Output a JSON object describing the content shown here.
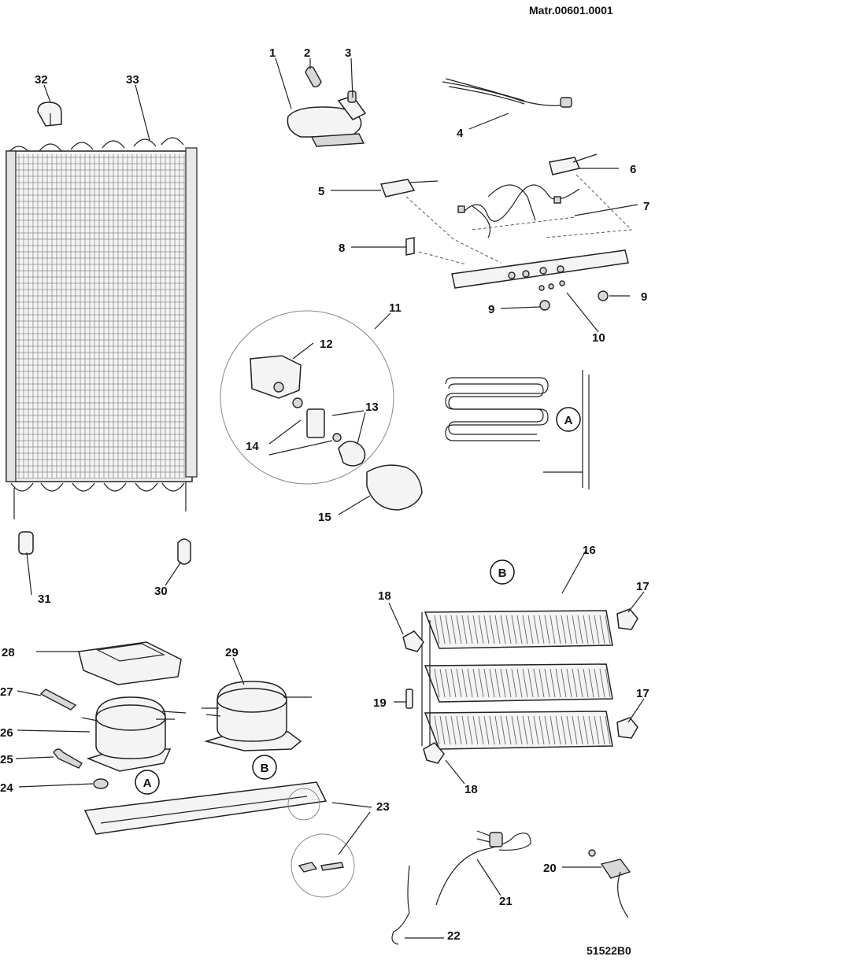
{
  "header": {
    "matr": "Matr.00601.0001"
  },
  "footer": {
    "code": "51522B0"
  },
  "variants": {
    "a": "A",
    "b": "B"
  },
  "callouts": {
    "c1": "1",
    "c2": "2",
    "c3": "3",
    "c4": "4",
    "c5": "5",
    "c6": "6",
    "c7": "7",
    "c8": "8",
    "c9a": "9",
    "c9b": "9",
    "c10": "10",
    "c11": "11",
    "c12": "12",
    "c13": "13",
    "c14": "14",
    "c15": "15",
    "c16": "16",
    "c17a": "17",
    "c17b": "17",
    "c18a": "18",
    "c18b": "18",
    "c19": "19",
    "c20": "20",
    "c21": "21",
    "c22": "22",
    "c23": "23",
    "c24": "24",
    "c25": "25",
    "c26": "26",
    "c27": "27",
    "c28": "28",
    "c29": "29",
    "c30": "30",
    "c31": "31",
    "c32": "32",
    "c33": "33"
  }
}
